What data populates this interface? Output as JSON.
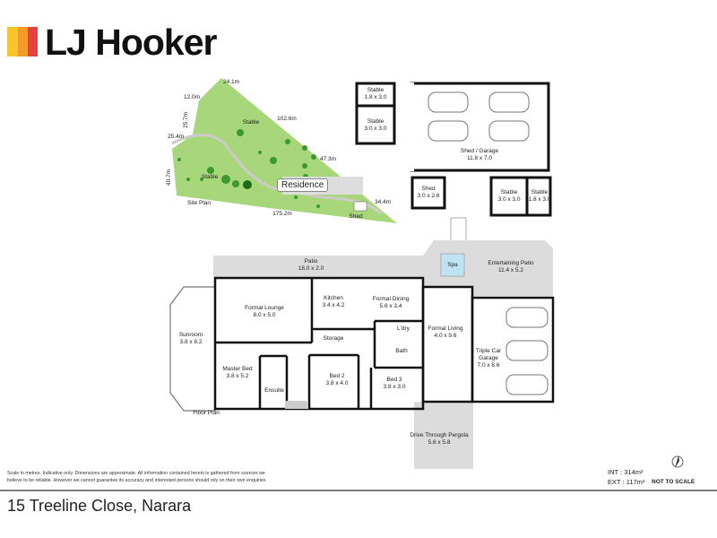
{
  "brand": {
    "name": "LJ Hooker",
    "colors": [
      "#f7c42b",
      "#f39a2b",
      "#e8403f"
    ]
  },
  "site_plan": {
    "title": "Site Plan",
    "residence": "Residence",
    "dimensions": [
      "24.1m",
      "12.0m",
      "25.7m",
      "25.4m",
      "40.7m",
      "102.6m",
      "47.3m",
      "34.4m",
      "175.2m"
    ],
    "labels": {
      "stable_a": "Stable",
      "stable_b": "Stable",
      "shed": "Shed"
    },
    "lawn_color": "#a8d67a"
  },
  "outbuildings": [
    {
      "name": "Stable",
      "size": "1.8 x 3.0"
    },
    {
      "name": "Stable",
      "size": "3.0 x 3.0"
    },
    {
      "name": "Shed / Garage",
      "size": "11.8 x 7.0"
    },
    {
      "name": "Shed",
      "size": "3.0 x 2.6"
    },
    {
      "name": "Stable",
      "size": "3.0 x 3.0"
    },
    {
      "name": "Stable",
      "size": "1.8 x 3.0"
    }
  ],
  "floor_plan": {
    "title": "Floor Plan",
    "rooms": [
      {
        "name": "Patio",
        "size": "18.0 x 2.0"
      },
      {
        "name": "Formal Lounge",
        "size": "8.0 x 5.0"
      },
      {
        "name": "Kitchen",
        "size": "3.4 x 4.2"
      },
      {
        "name": "Formal Dining",
        "size": "5.6 x 3.4"
      },
      {
        "name": "Sunroom",
        "size": "3.8 x 8.2"
      },
      {
        "name": "Formal Living",
        "size": "4.0 x 9.6"
      },
      {
        "name": "Entertaining Patio",
        "size": "11.4 x 5.2"
      },
      {
        "name": "Triple Car Garage",
        "size": "7.0 x 8.6"
      },
      {
        "name": "Master Bed",
        "size": "3.8 x 5.2"
      },
      {
        "name": "Bed 2",
        "size": "3.8 x 4.0"
      },
      {
        "name": "Bed 3",
        "size": "3.8 x 3.0"
      },
      {
        "name": "Drive Through Pergola",
        "size": "5.6 x 5.8"
      },
      {
        "name": "Spa",
        "size": ""
      },
      {
        "name": "Storage",
        "size": ""
      },
      {
        "name": "L'dry",
        "size": ""
      },
      {
        "name": "Bath",
        "size": ""
      },
      {
        "name": "Ensuite",
        "size": ""
      }
    ],
    "spa_color": "#bfe3f2"
  },
  "footer": {
    "disclaimer_1": "Scale in metres. Indicative only. Dimensions are approximate. All information contained herein is gathered from sources we",
    "disclaimer_2": "believe to be reliable. However we cannot guarantee its accuracy and interested persons should rely on their own enquiries",
    "int_area": "INT : 314m²",
    "ext_area": "EXT : 117m²",
    "not_to_scale": "NOT TO SCALE",
    "compass_icon": "north-arrow-icon",
    "address": "15 Treeline Close, Narara"
  }
}
